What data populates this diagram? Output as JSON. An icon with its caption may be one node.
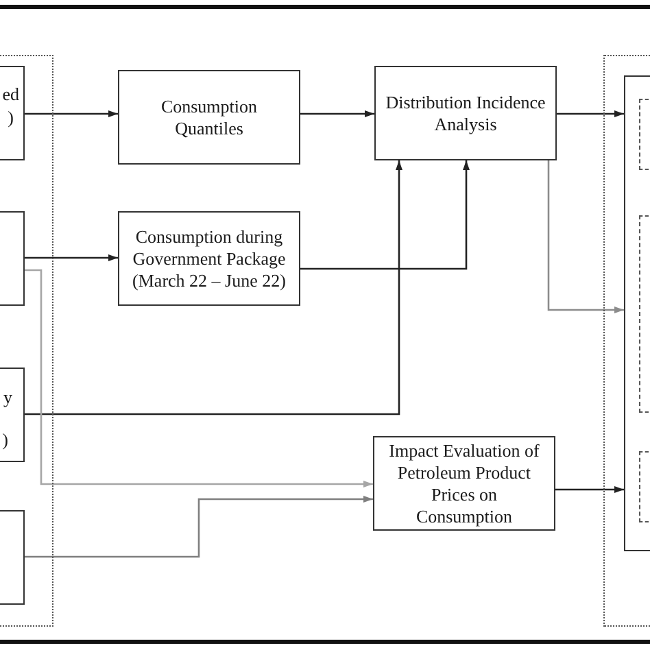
{
  "diagram": {
    "nodes": [
      {
        "text": [],
        "shape": "box"
      },
      {
        "text": [
          "ed",
          ")"
        ],
        "in": 0
      },
      {
        "text": [],
        "shape": "box",
        "in": 0
      },
      {
        "text": [
          "y",
          ")"
        ],
        "in": 0
      },
      {
        "text": [],
        "shape": "box",
        "in": 0
      },
      {
        "text": [
          "Consumption Quantiles"
        ]
      },
      {
        "text": [
          "Consumption during Government Package (March 22 – June 22)"
        ]
      },
      {
        "text": [
          "Distribution Incidence Analysis"
        ]
      },
      {
        "text": [
          "Impact Evaluation of Petroleum Product Prices on Consumption"
        ]
      },
      {
        "text": [],
        "shape": "box"
      },
      {
        "text": [],
        "shape": "box",
        "in": 9
      },
      {
        "text": [],
        "shape": "box",
        "in": 10
      },
      {
        "text": [],
        "shape": "box",
        "in": 10
      },
      {
        "text": [],
        "shape": "box",
        "in": 10
      }
    ],
    "edges": [
      {
        "from": 1,
        "to": 5,
        "arrow": "to"
      },
      {
        "from": 5,
        "to": 7,
        "arrow": "to"
      },
      {
        "from": 2,
        "to": 6,
        "arrow": "to"
      },
      {
        "from": 6,
        "to": 7,
        "arrow": "to"
      },
      {
        "from": 3,
        "to": 7,
        "arrow": "to"
      },
      {
        "from": 2,
        "to": 8,
        "arrow": "to",
        "color": "#a6a6a6"
      },
      {
        "from": 4,
        "to": 8,
        "arrow": "to",
        "color": "#7f7f7f"
      },
      {
        "from": 7,
        "to": 10,
        "arrow": "to"
      },
      {
        "from": 7,
        "to": 10,
        "arrow": "to",
        "color": "#8c8c8c"
      },
      {
        "from": 8,
        "to": 10,
        "arrow": "to"
      }
    ]
  }
}
